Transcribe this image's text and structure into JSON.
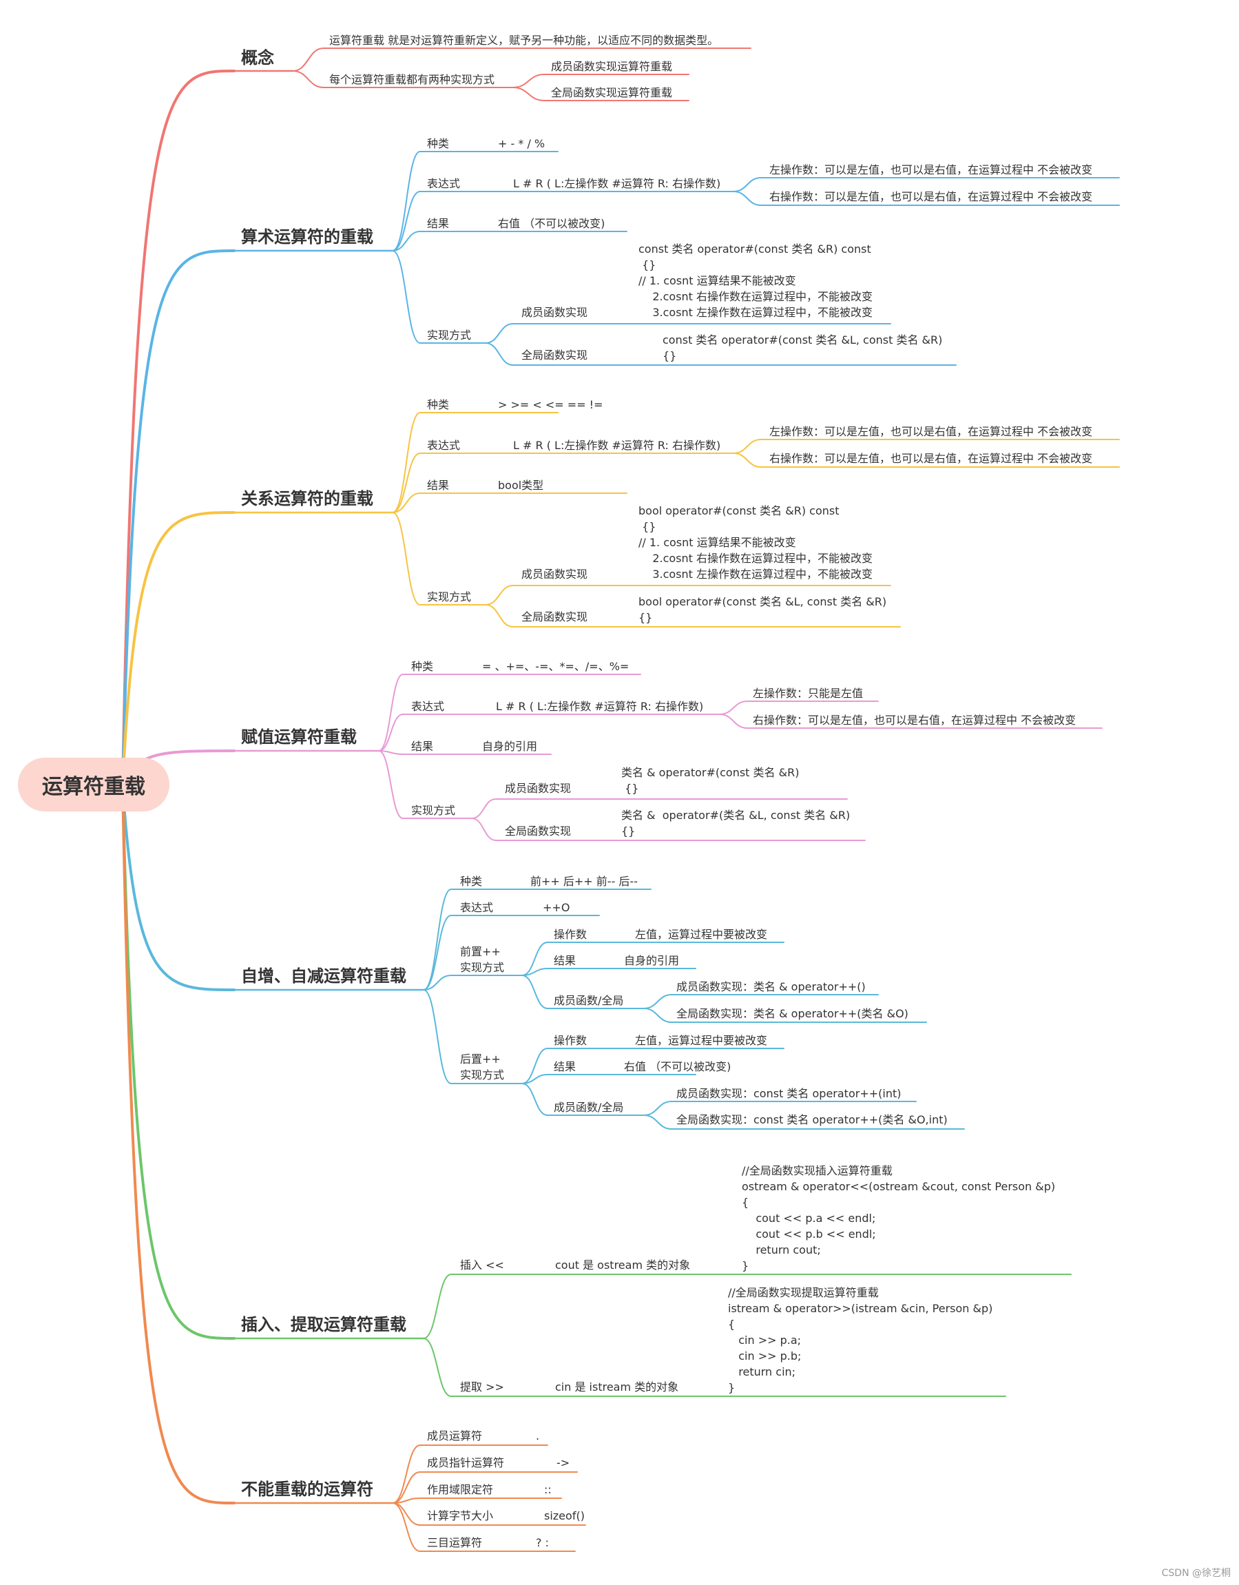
{
  "root": "运算符重载",
  "watermark": "CSDN @徐艺桐",
  "colors": {
    "concept": "#f07672",
    "arith": "#5ab4e5",
    "relation": "#f7c342",
    "assign": "#e89ad4",
    "incdec": "#5ab8dc",
    "stream": "#6cc66a",
    "nonover": "#f0894f",
    "root_bg": "#fcd6cf"
  },
  "concept": {
    "title": "概念",
    "def": "运算符重载 就是对运算符重新定义，赋予另一种功能，以适应不同的数据类型。",
    "two_ways": "每个运算符重载都有两种实现方式",
    "member": "成员函数实现运算符重载",
    "global": "全局函数实现运算符重载"
  },
  "arith": {
    "title": "算术运算符的重载",
    "kind_label": "种类",
    "kind_value": "+ - * / %",
    "expr_label": "表达式",
    "expr_value": "L # R ( L:左操作数 #运算符 R: 右操作数)",
    "left_note": "左操作数：可以是左值，也可以是右值，在运算过程中 不会被改变",
    "right_note": "右操作数：可以是左值，也可以是右值，在运算过程中 不会被改变",
    "result_label": "结果",
    "result_value": "右值 （不可以被改变)",
    "impl_label": "实现方式",
    "member_label": "成员函数实现",
    "member_code": "const 类名 operator#(const 类名 &R) const\n {}\n// 1. cosnt 运算结果不能被改变\n    2.cosnt 右操作数在运算过程中，不能被改变\n    3.cosnt 左操作数在运算过程中，不能被改变",
    "global_label": "全局函数实现",
    "global_code": "const 类名 operator#(const 类名 &L, const 类名 &R)\n{}"
  },
  "relation": {
    "title": "关系运算符的重载",
    "kind_label": "种类",
    "kind_value": ">   >=   <   <=    ==  !=",
    "expr_label": "表达式",
    "expr_value": "L # R ( L:左操作数 #运算符 R: 右操作数)",
    "left_note": "左操作数：可以是左值，也可以是右值，在运算过程中 不会被改变",
    "right_note": "右操作数：可以是左值，也可以是右值，在运算过程中 不会被改变",
    "result_label": "结果",
    "result_value": "bool类型",
    "impl_label": "实现方式",
    "member_label": "成员函数实现",
    "member_code": "bool operator#(const 类名 &R) const\n {}\n// 1. cosnt 运算结果不能被改变\n    2.cosnt 右操作数在运算过程中，不能被改变\n    3.cosnt 左操作数在运算过程中，不能被改变",
    "global_label": "全局函数实现",
    "global_code": "bool operator#(const 类名 &L, const 类名 &R)\n{}"
  },
  "assign": {
    "title": "赋值运算符重载",
    "kind_label": "种类",
    "kind_value": "=  、+=、-=、*=、/=、%=",
    "expr_label": "表达式",
    "expr_value": "L # R ( L:左操作数 #运算符 R: 右操作数)",
    "left_note": "左操作数：只能是左值",
    "right_note": "右操作数：可以是左值，也可以是右值，在运算过程中 不会被改变",
    "result_label": "结果",
    "result_value": "自身的引用",
    "impl_label": "实现方式",
    "member_label": "成员函数实现",
    "member_code": "类名 & operator#(const 类名 &R)\n {}",
    "global_label": "全局函数实现",
    "global_code": "类名 &  operator#(类名 &L, const 类名 &R)\n{}"
  },
  "incdec": {
    "title": "自增、自减运算符重载",
    "kind_label": "种类",
    "kind_value": "前++ 后++ 前-- 后--",
    "expr_label": "表达式",
    "expr_value": "++O",
    "pre_label": "前置++\n实现方式",
    "pre_op_label": "操作数",
    "pre_op_value": "左值，运算过程中要被改变",
    "pre_res_label": "结果",
    "pre_res_value": "自身的引用",
    "pre_impl_label": "成员函数/全局",
    "pre_member": "成员函数实现：类名 & operator++()",
    "pre_global": "全局函数实现：类名 & operator++(类名 &O)",
    "post_label": "后置++\n实现方式",
    "post_op_label": "操作数",
    "post_op_value": "左值，运算过程中要被改变",
    "post_res_label": "结果",
    "post_res_value": "右值 （不可以被改变)",
    "post_impl_label": "成员函数/全局",
    "post_member": "成员函数实现：const 类名 operator++(int)",
    "post_global": "全局函数实现：const 类名 operator++(类名 &O,int)"
  },
  "stream": {
    "title": "插入、提取运算符重载",
    "insert_label": "插入 <<",
    "insert_obj": "cout 是 ostream 类的对象",
    "insert_code": "//全局函数实现插入运算符重载\nostream & operator<<(ostream &cout, const Person &p)\n{\n    cout << p.a << endl;\n    cout << p.b << endl;\n    return cout;\n}",
    "extract_label": "提取  >>",
    "extract_obj": "cin 是 istream 类的对象",
    "extract_code": "//全局函数实现提取运算符重载\nistream & operator>>(istream &cin, Person &p)\n{\n   cin >> p.a;\n   cin >> p.b;\n   return cin;\n}"
  },
  "nonover": {
    "title": "不能重载的运算符",
    "items": [
      {
        "label": "成员运算符",
        "value": "."
      },
      {
        "label": "成员指针运算符",
        "value": "->"
      },
      {
        "label": "作用域限定符",
        "value": "::"
      },
      {
        "label": "计算字节大小",
        "value": "sizeof()"
      },
      {
        "label": "三目运算符",
        "value": "?    :"
      }
    ]
  }
}
